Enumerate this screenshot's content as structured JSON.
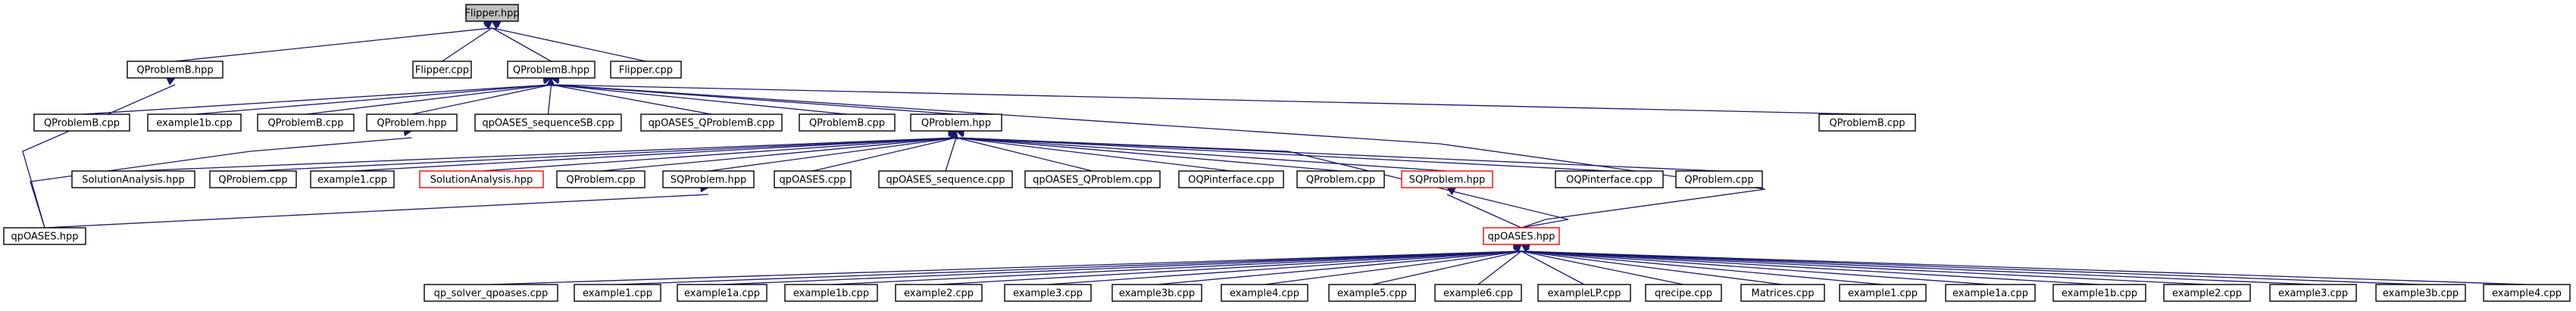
{
  "colors": {
    "edge": "#191970",
    "node_border": "#000000",
    "node_border_highlight": "#ff0000",
    "root_fill": "#bfbfbf",
    "background": "#ffffff"
  },
  "nodes": [
    {
      "id": "n0",
      "label": "Flipper.hpp",
      "style": "root"
    },
    {
      "id": "n1",
      "label": "QProblemB.hpp"
    },
    {
      "id": "n2",
      "label": "Flipper.cpp"
    },
    {
      "id": "n3",
      "label": "QProblemB.hpp"
    },
    {
      "id": "n4",
      "label": "Flipper.cpp"
    },
    {
      "id": "n5",
      "label": "QProblemB.cpp"
    },
    {
      "id": "n6",
      "label": "example1b.cpp"
    },
    {
      "id": "n7",
      "label": "QProblemB.cpp"
    },
    {
      "id": "n8",
      "label": "QProblem.hpp"
    },
    {
      "id": "n9",
      "label": "qpOASES_sequenceSB.cpp"
    },
    {
      "id": "n10",
      "label": "qpOASES_QProblemB.cpp"
    },
    {
      "id": "n11",
      "label": "QProblemB.cpp"
    },
    {
      "id": "n12",
      "label": "QProblem.hpp"
    },
    {
      "id": "n13",
      "label": "QProblemB.cpp"
    },
    {
      "id": "n14",
      "label": "SolutionAnalysis.hpp"
    },
    {
      "id": "n15",
      "label": "QProblem.cpp"
    },
    {
      "id": "n16",
      "label": "example1.cpp"
    },
    {
      "id": "n17",
      "label": "SolutionAnalysis.hpp",
      "style": "red"
    },
    {
      "id": "n18",
      "label": "QProblem.cpp"
    },
    {
      "id": "n19",
      "label": "SQProblem.hpp"
    },
    {
      "id": "n20",
      "label": "qpOASES.cpp"
    },
    {
      "id": "n21",
      "label": "qpOASES_sequence.cpp"
    },
    {
      "id": "n22",
      "label": "qpOASES_QProblem.cpp"
    },
    {
      "id": "n23",
      "label": "OQPinterface.cpp"
    },
    {
      "id": "n24",
      "label": "QProblem.cpp"
    },
    {
      "id": "n25",
      "label": "SQProblem.hpp",
      "style": "red"
    },
    {
      "id": "n26",
      "label": "OQPinterface.cpp"
    },
    {
      "id": "n27",
      "label": "QProblem.cpp"
    },
    {
      "id": "n28",
      "label": "qpOASES.hpp"
    },
    {
      "id": "n29",
      "label": "qpOASES.hpp",
      "style": "red"
    },
    {
      "id": "n30",
      "label": "qp_solver_qpoases.cpp"
    },
    {
      "id": "n31",
      "label": "example1.cpp"
    },
    {
      "id": "n32",
      "label": "example1a.cpp"
    },
    {
      "id": "n33",
      "label": "example1b.cpp"
    },
    {
      "id": "n34",
      "label": "example2.cpp"
    },
    {
      "id": "n35",
      "label": "example3.cpp"
    },
    {
      "id": "n36",
      "label": "example3b.cpp"
    },
    {
      "id": "n37",
      "label": "example4.cpp"
    },
    {
      "id": "n38",
      "label": "example5.cpp"
    },
    {
      "id": "n39",
      "label": "example6.cpp"
    },
    {
      "id": "n40",
      "label": "exampleLP.cpp"
    },
    {
      "id": "n41",
      "label": "qrecipe.cpp"
    },
    {
      "id": "n42",
      "label": "Matrices.cpp"
    },
    {
      "id": "n43",
      "label": "example1.cpp"
    },
    {
      "id": "n44",
      "label": "example1a.cpp"
    },
    {
      "id": "n45",
      "label": "example1b.cpp"
    },
    {
      "id": "n46",
      "label": "example2.cpp"
    },
    {
      "id": "n47",
      "label": "example3.cpp"
    },
    {
      "id": "n48",
      "label": "example3b.cpp"
    },
    {
      "id": "n49",
      "label": "example4.cpp"
    }
  ],
  "edges": [
    [
      "n0",
      "n1"
    ],
    [
      "n0",
      "n2"
    ],
    [
      "n0",
      "n3"
    ],
    [
      "n0",
      "n4"
    ],
    [
      "n1",
      "n28"
    ],
    [
      "n3",
      "n5"
    ],
    [
      "n3",
      "n6"
    ],
    [
      "n3",
      "n7"
    ],
    [
      "n3",
      "n8"
    ],
    [
      "n3",
      "n9"
    ],
    [
      "n3",
      "n10"
    ],
    [
      "n3",
      "n11"
    ],
    [
      "n3",
      "n12"
    ],
    [
      "n3",
      "n13"
    ],
    [
      "n3",
      "n29"
    ],
    [
      "n8",
      "n28"
    ],
    [
      "n12",
      "n14"
    ],
    [
      "n12",
      "n15"
    ],
    [
      "n12",
      "n16"
    ],
    [
      "n12",
      "n17"
    ],
    [
      "n12",
      "n18"
    ],
    [
      "n12",
      "n19"
    ],
    [
      "n12",
      "n20"
    ],
    [
      "n12",
      "n21"
    ],
    [
      "n12",
      "n22"
    ],
    [
      "n12",
      "n23"
    ],
    [
      "n12",
      "n24"
    ],
    [
      "n12",
      "n25"
    ],
    [
      "n12",
      "n26"
    ],
    [
      "n12",
      "n27"
    ],
    [
      "n12",
      "n29"
    ],
    [
      "n19",
      "n28"
    ],
    [
      "n25",
      "n29"
    ],
    [
      "n29",
      "n30"
    ],
    [
      "n29",
      "n31"
    ],
    [
      "n29",
      "n32"
    ],
    [
      "n29",
      "n33"
    ],
    [
      "n29",
      "n34"
    ],
    [
      "n29",
      "n35"
    ],
    [
      "n29",
      "n36"
    ],
    [
      "n29",
      "n37"
    ],
    [
      "n29",
      "n38"
    ],
    [
      "n29",
      "n39"
    ],
    [
      "n29",
      "n40"
    ],
    [
      "n29",
      "n41"
    ],
    [
      "n29",
      "n42"
    ],
    [
      "n29",
      "n43"
    ],
    [
      "n29",
      "n44"
    ],
    [
      "n29",
      "n45"
    ],
    [
      "n29",
      "n46"
    ],
    [
      "n29",
      "n47"
    ],
    [
      "n29",
      "n48"
    ],
    [
      "n29",
      "n49"
    ]
  ]
}
